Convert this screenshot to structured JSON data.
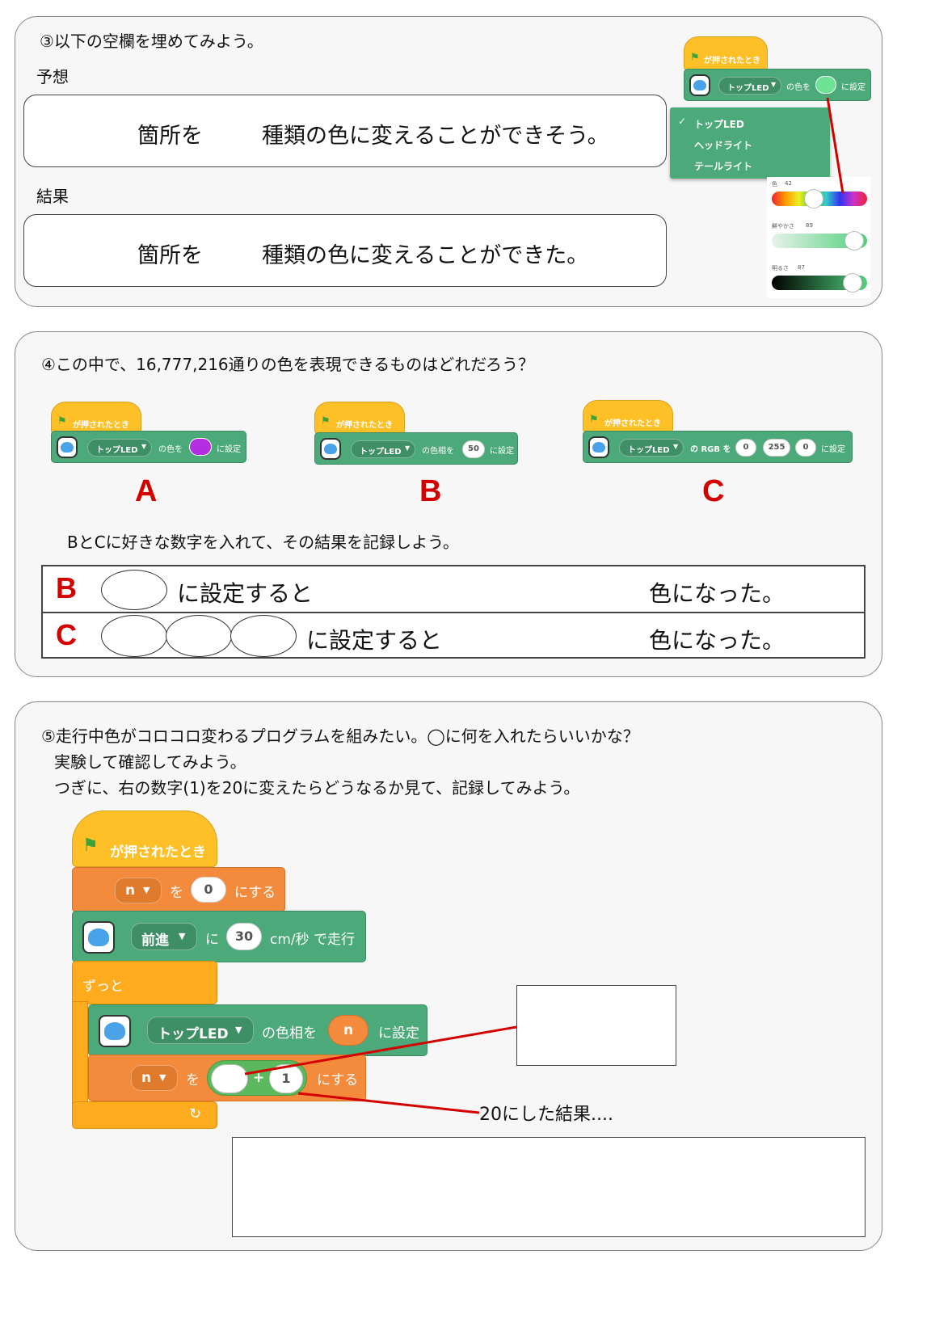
{
  "section3": {
    "question": "③以下の空欄を埋めてみよう。",
    "prediction_label": "予想",
    "prediction_part1": "箇所を",
    "prediction_part2": "種類の色に変えることができそう。",
    "result_label": "結果",
    "result_part1": "箇所を",
    "result_part2": "種類の色に変えることができた。",
    "block": {
      "hat": "が押されたとき",
      "dropdown": "トップLED",
      "text1": "の色を",
      "text2": "に設定"
    },
    "menu": {
      "items": [
        "トップLED",
        "ヘッドライト",
        "テールライト"
      ],
      "selected_mark": "✓"
    },
    "picker": {
      "color_label": "色",
      "color_value": "42",
      "saturation_label": "鮮やかさ",
      "saturation_value": "89",
      "brightness_label": "明るさ",
      "brightness_value": "87"
    }
  },
  "section4": {
    "question": "④この中で、16,777,216通りの色を表現できるものはどれだろう？",
    "hat": "が押されたとき",
    "A": {
      "letter": "A",
      "dropdown": "トップLED",
      "text1": "の色を",
      "text2": "に設定"
    },
    "B": {
      "letter": "B",
      "dropdown": "トップLED",
      "text1": "の色相を",
      "value": "50",
      "text2": "に設定"
    },
    "C": {
      "letter": "C",
      "dropdown": "トップLED",
      "text1": "の RGB を",
      "r": "0",
      "g": "255",
      "b": "0",
      "text2": "に設定"
    },
    "instruction": "BとCに好きな数字を入れて、その結果を記録しよう。",
    "row_b": {
      "letter": "B",
      "text": "に設定すると",
      "tail": "色になった。"
    },
    "row_c": {
      "letter": "C",
      "text": "に設定すると",
      "tail": "色になった。"
    }
  },
  "section5": {
    "line1": "⑤走行中色がコロコロ変わるプログラムを組みたい。◯に何を入れたらいいかな？",
    "line2": "実験して確認してみよう。",
    "line3": "つぎに、右の数字(1)を20に変えたらどうなるか見て、記録してみよう。",
    "hat": "が押されたとき",
    "set_var": {
      "var": "n",
      "text1": "を",
      "value": "0",
      "text2": "にする"
    },
    "move": {
      "dropdown": "前進",
      "text1": "に",
      "value": "30",
      "text2": "cm/秒 で走行"
    },
    "forever": "ずっと",
    "led": {
      "dropdown": "トップLED",
      "text1": "の色相を",
      "reporter": "n",
      "text2": "に設定"
    },
    "change": {
      "var": "n",
      "text1": "を",
      "plus": "+",
      "value": "1",
      "text2": "にする"
    },
    "result20": "20にした結果...."
  }
}
